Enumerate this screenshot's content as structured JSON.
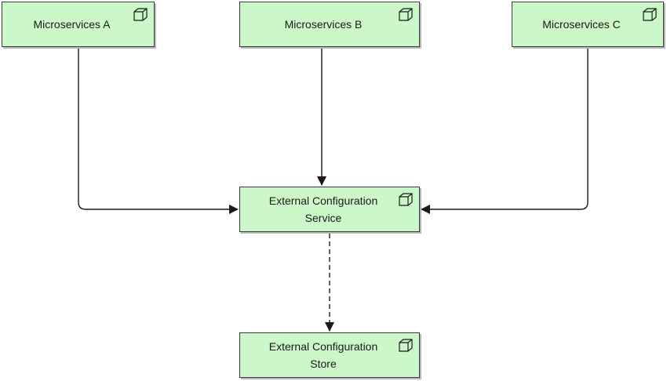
{
  "colors": {
    "node_fill": "#ccf7c8",
    "node_border": "#3c3c3c",
    "connector": "#1a1a1a"
  },
  "nodes": {
    "microservices_a": {
      "label": "Microservices A",
      "icon": "cube-icon"
    },
    "microservices_b": {
      "label": "Microservices B",
      "icon": "cube-icon"
    },
    "microservices_c": {
      "label": "Microservices C",
      "icon": "cube-icon"
    },
    "config_service": {
      "label": "External Configuration\nService",
      "icon": "cube-icon"
    },
    "config_store": {
      "label": "External Configuration\nStore",
      "icon": "cube-icon"
    }
  },
  "connectors": [
    {
      "from": "microservices_a",
      "to": "config_service",
      "style": "solid",
      "source_arrow": "open",
      "target_arrow": "filled"
    },
    {
      "from": "microservices_b",
      "to": "config_service",
      "style": "solid",
      "source_arrow": "open",
      "target_arrow": "filled"
    },
    {
      "from": "microservices_c",
      "to": "config_service",
      "style": "solid",
      "source_arrow": "open",
      "target_arrow": "filled"
    },
    {
      "from": "config_service",
      "to": "config_store",
      "style": "dashed",
      "source_arrow": "none",
      "target_arrow": "filled"
    }
  ]
}
